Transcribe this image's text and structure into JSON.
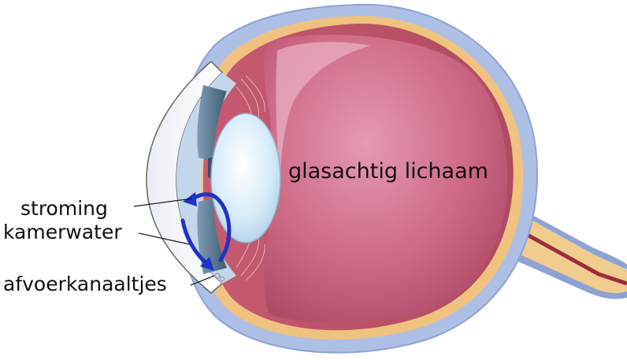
{
  "labels": {
    "vitreous": "glasachtig lichaam",
    "flow_line1": "stroming",
    "flow_line2": "kamerwater",
    "drainage": "afvoerkanaaltjes"
  },
  "colors": {
    "sclera": "#aebfe6",
    "sclera_edge": "#8ea3d4",
    "choroid": "#b94d60",
    "retina": "#efc37f",
    "vitreous": "#d46f8a",
    "vitreous_highlight": "#e8a9b9",
    "lens": "#d9ecf8",
    "iris": "#5c7a93",
    "cornea_fill": "#f2f4f7",
    "flow_arrow": "#1f33c8",
    "nerve": "#f0cc8e",
    "nerve_vessel": "#9c2c3c"
  }
}
